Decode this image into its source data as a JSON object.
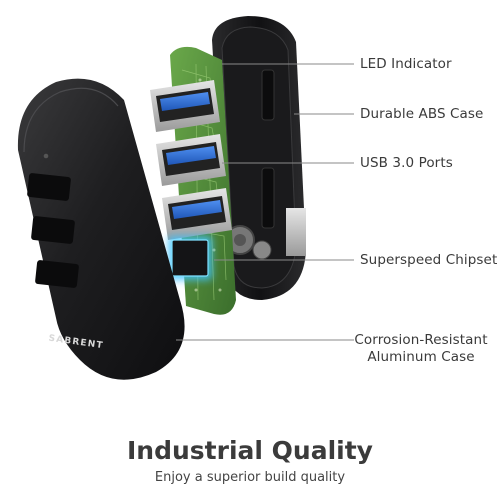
{
  "brand": "SABRENT",
  "callouts": [
    {
      "id": "led",
      "label": "LED Indicator"
    },
    {
      "id": "case",
      "label": "Durable ABS Case"
    },
    {
      "id": "ports",
      "label": "USB 3.0 Ports"
    },
    {
      "id": "chipset",
      "label": "Superspeed Chipset"
    },
    {
      "id": "aluminum",
      "label_line1": "Corrosion-Resistant",
      "label_line2": "Aluminum Case"
    }
  ],
  "headline": "Industrial Quality",
  "subline": "Enjoy a superior build quality",
  "colors": {
    "body_black": "#1c1c1e",
    "pcb_green": "#4e8a3a",
    "usb_blue": "#2f6fd6",
    "chip_glow": "#3fc4ff",
    "leader_line": "#8a8a8a"
  }
}
